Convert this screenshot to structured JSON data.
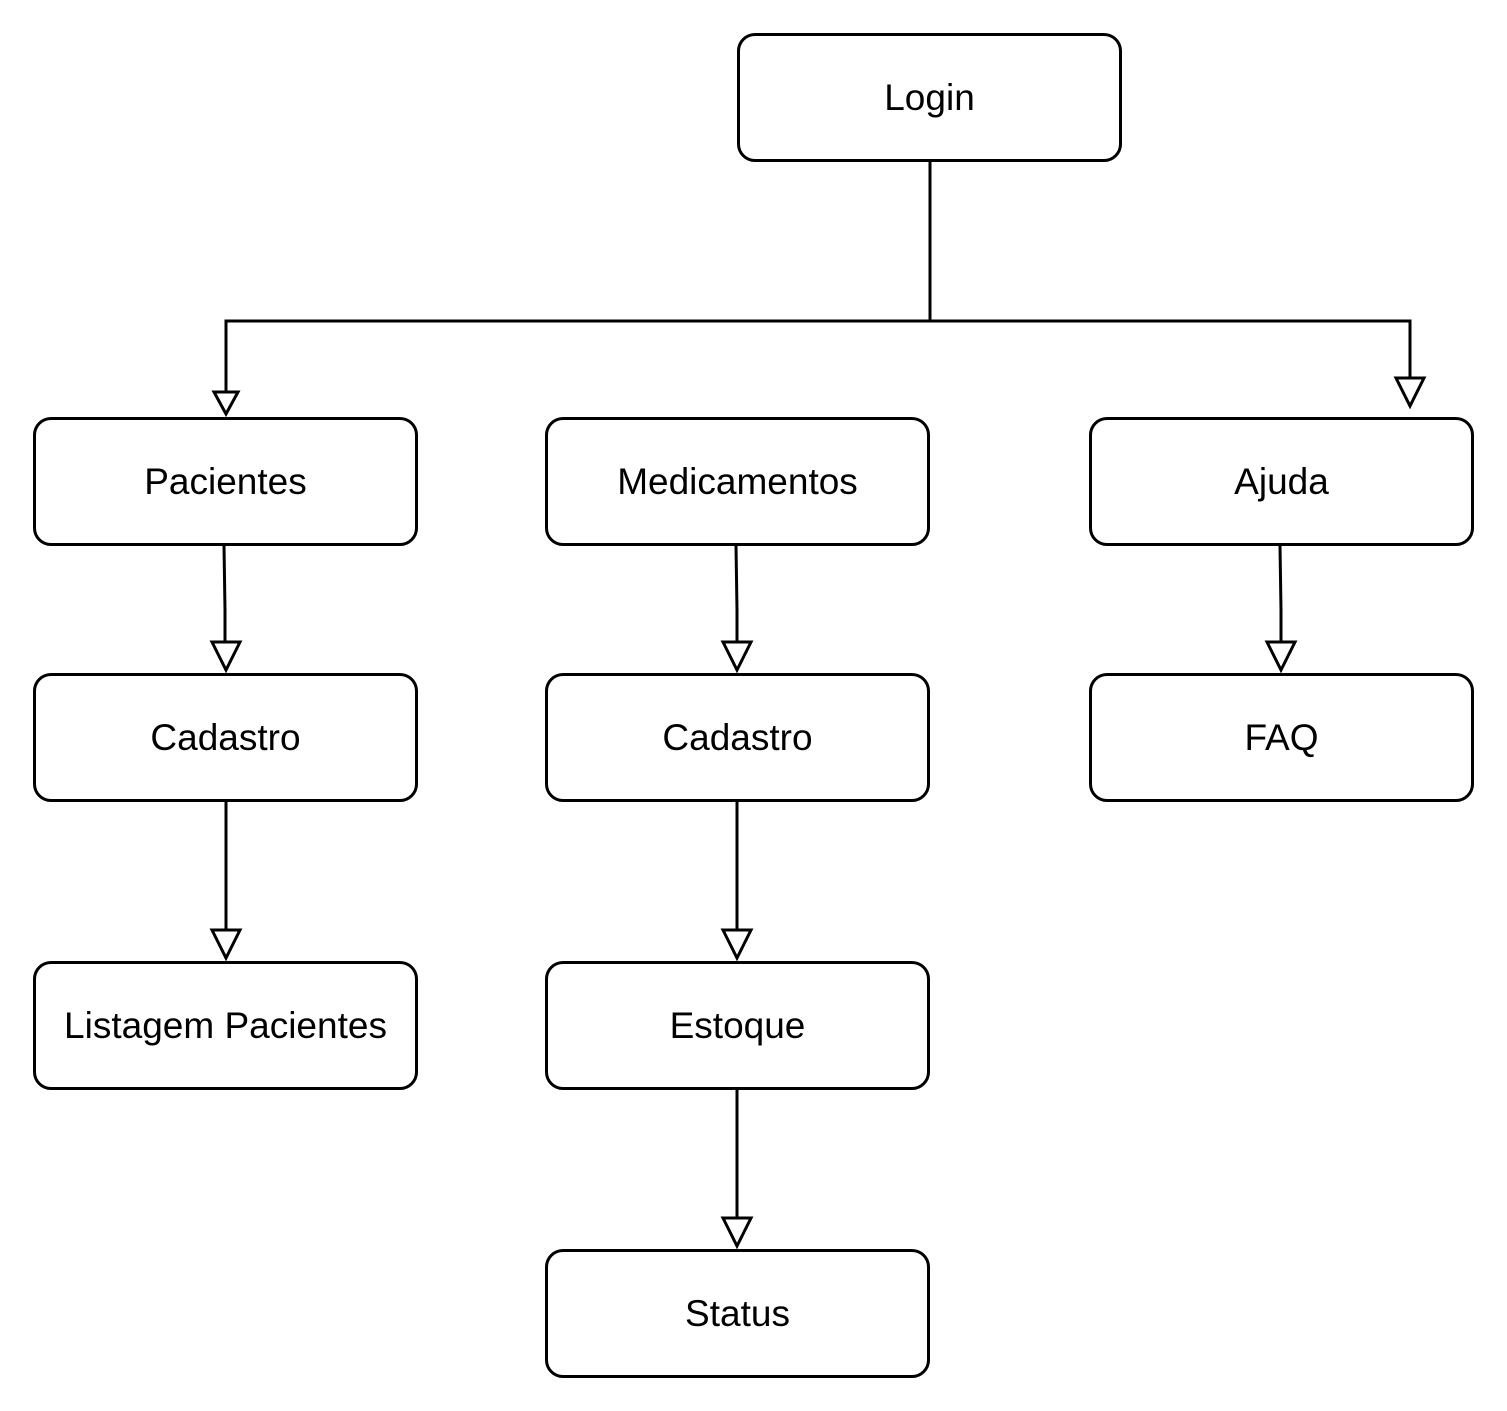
{
  "nodes": {
    "login": "Login",
    "pacientes": "Pacientes",
    "medicamentos": "Medicamentos",
    "ajuda": "Ajuda",
    "pacientes_cadastro": "Cadastro",
    "medicamentos_cadastro": "Cadastro",
    "faq": "FAQ",
    "listagem_pacientes": "Listagem Pacientes",
    "estoque": "Estoque",
    "status": "Status"
  },
  "edges": [
    {
      "from": "Login",
      "to": "Pacientes"
    },
    {
      "from": "Login",
      "to": "Ajuda"
    },
    {
      "from": "Pacientes",
      "to": "Cadastro"
    },
    {
      "from": "Cadastro",
      "to": "Listagem Pacientes"
    },
    {
      "from": "Medicamentos",
      "to": "Cadastro"
    },
    {
      "from": "Cadastro",
      "to": "Estoque"
    },
    {
      "from": "Estoque",
      "to": "Status"
    },
    {
      "from": "Ajuda",
      "to": "FAQ"
    }
  ],
  "colors": {
    "stroke": "#000000",
    "fill": "#ffffff",
    "text": "#000000"
  }
}
